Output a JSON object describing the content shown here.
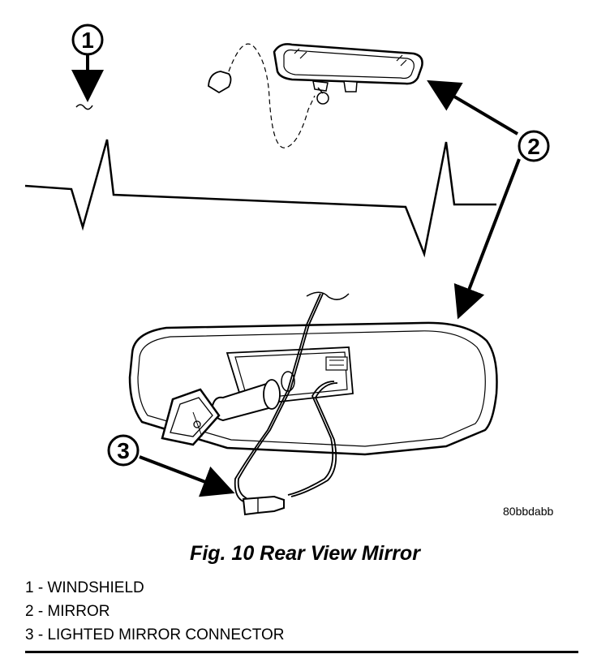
{
  "figure": {
    "code": "80bbdabb",
    "caption": "Fig. 10 Rear View Mirror"
  },
  "callouts": [
    {
      "number": "1"
    },
    {
      "number": "2"
    },
    {
      "number": "3"
    }
  ],
  "legend": [
    {
      "text": "1 - WINDSHIELD"
    },
    {
      "text": "2 - MIRROR"
    },
    {
      "text": "3 - LIGHTED MIRROR CONNECTOR"
    }
  ]
}
